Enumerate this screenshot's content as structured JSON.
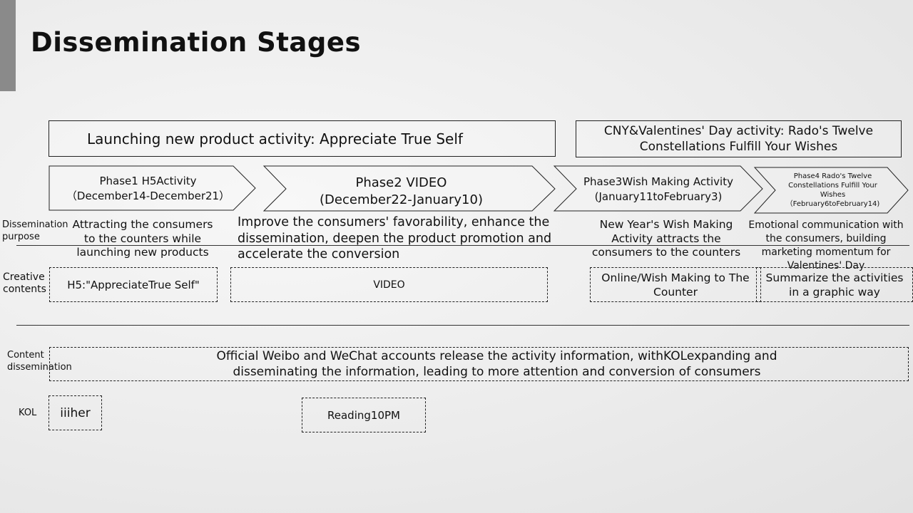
{
  "slide": {
    "title": "Dissemination Stages",
    "accent_color": "#8a8a8a"
  },
  "campaigns": {
    "new_product": "Launching new product activity: Appreciate True Self",
    "cny_valentines": "CNY&Valentines' Day activity: Rado's Twelve Constellations Fulfill Your Wishes"
  },
  "phases": [
    {
      "name": "Phase1 H5Activity",
      "dates": "（December14-December21）"
    },
    {
      "name": "Phase2 VIDEO",
      "dates": "(December22-January10)"
    },
    {
      "name": "Phase3Wish Making Activity",
      "dates": "(January11toFebruary3)"
    },
    {
      "name": "Phase4 Rado's Twelve Constellations Fulfill Your Wishes",
      "dates": "（February6toFebruary14)"
    }
  ],
  "row_labels": {
    "purpose": "Dissemination purpose",
    "creative": "Creative contents",
    "content": "Content dissemination",
    "kol": "KOL"
  },
  "purposes": [
    "Attracting the consumers to the counters while launching new products",
    "Improve the consumers' favorability, enhance the dissemination, deepen the product promotion and accelerate the conversion",
    "New Year's Wish Making Activity attracts the consumers to the counters",
    "Emotional communication with the consumers, building marketing momentum for Valentines' Day"
  ],
  "creatives": [
    "H5:\"AppreciateTrue Self\"",
    "VIDEO",
    "Online/Wish Making to The Counter",
    "Summarize the activities in a graphic way"
  ],
  "content_dissemination": "Official Weibo and WeChat accounts release the activity information, withKOLexpanding and disseminating the information, leading to more attention and conversion of consumers",
  "kols": [
    "iiiher",
    "Reading10PM"
  ]
}
